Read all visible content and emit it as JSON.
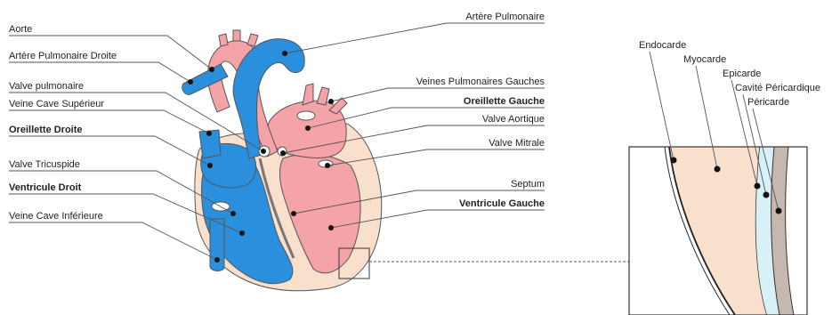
{
  "colors": {
    "oxygenated": "#f4a3a8",
    "deoxygenated": "#2a8fdc",
    "muscle": "#f8e0cc",
    "pericardial_cavity": "#d8f0f8",
    "pericarde": "#c6b8ae"
  },
  "labels_left": [
    {
      "id": "aorte",
      "text": "Aorte",
      "bold": false
    },
    {
      "id": "artere-pulmonaire-droite",
      "text": "Artère Pulmonaire Droite",
      "bold": false
    },
    {
      "id": "valve-pulmonaire",
      "text": "Valve pulmonaire",
      "bold": false
    },
    {
      "id": "veine-cave-superieur",
      "text": "Veine Cave Supérieur",
      "bold": false
    },
    {
      "id": "oreillette-droite",
      "text": "Oreillette Droite",
      "bold": true
    },
    {
      "id": "valve-tricuspide",
      "text": "Valve Tricuspide",
      "bold": false
    },
    {
      "id": "ventricule-droit",
      "text": "Ventricule Droit",
      "bold": true
    },
    {
      "id": "veine-cave-inferieure",
      "text": "Veine Cave Inférieure",
      "bold": false
    }
  ],
  "labels_right": [
    {
      "id": "artere-pulmonaire",
      "text": "Artère Pulmonaire",
      "bold": false
    },
    {
      "id": "veines-pulmonaires-gauches",
      "text": "Veines Pulmonaires Gauches",
      "bold": false
    },
    {
      "id": "oreillette-gauche",
      "text": "Oreillette Gauche",
      "bold": true
    },
    {
      "id": "valve-aortique",
      "text": "Valve Aortique",
      "bold": false
    },
    {
      "id": "valve-mitrale",
      "text": "Valve Mitrale",
      "bold": false
    },
    {
      "id": "septum",
      "text": "Septum",
      "bold": false
    },
    {
      "id": "ventricule-gauche",
      "text": "Ventricule Gauche",
      "bold": true
    }
  ],
  "labels_detail": [
    {
      "id": "endocarde",
      "text": "Endocarde"
    },
    {
      "id": "myocarde",
      "text": "Myocarde"
    },
    {
      "id": "epicarde",
      "text": "Epicarde"
    },
    {
      "id": "cavite-pericardique",
      "text": "Cavité Péricardique"
    },
    {
      "id": "pericarde",
      "text": "Péricarde"
    }
  ]
}
